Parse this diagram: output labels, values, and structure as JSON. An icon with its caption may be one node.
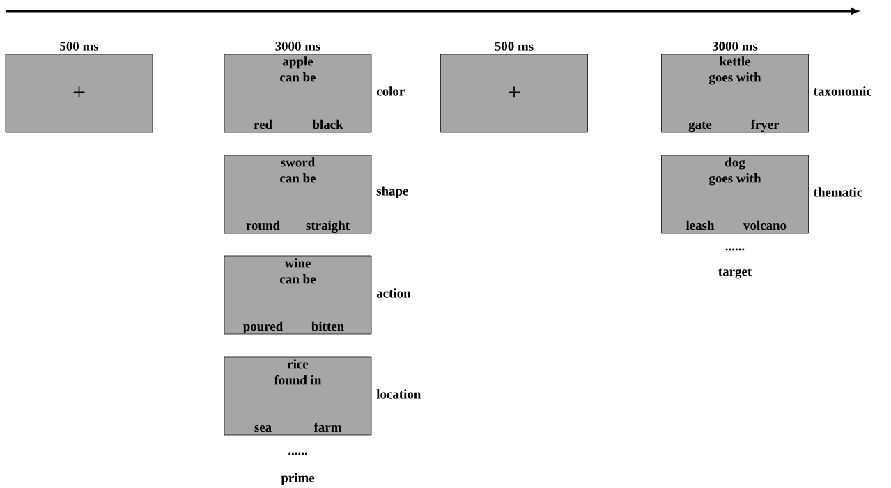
{
  "diagram": {
    "nodes": [
      {
        "text": [
          "500 ms",
          "+"
        ]
      },
      {
        "text": [
          "3000 ms",
          "apple can be",
          "red",
          "black"
        ],
        "beside": [
          "color"
        ]
      },
      {
        "text": [
          "sword can be",
          "round",
          "straight"
        ],
        "beside": [
          "shape"
        ]
      },
      {
        "text": [
          "wine can be",
          "poured",
          "bitten"
        ],
        "beside": [
          "action"
        ]
      },
      {
        "text": [
          "rice found in",
          "sea",
          "farm"
        ],
        "beside": [
          "location"
        ]
      },
      {
        "text": [
          "500 ms",
          "+"
        ]
      },
      {
        "text": [
          "3000 ms",
          "kettle goes with",
          "gate",
          "fryer"
        ],
        "beside": [
          "taxonomic"
        ]
      },
      {
        "text": [
          "dog goes with",
          "leash",
          "volcano"
        ],
        "beside": [
          "thematic"
        ]
      }
    ],
    "labels": [
      "......",
      "prime",
      "......",
      "target"
    ]
  }
}
